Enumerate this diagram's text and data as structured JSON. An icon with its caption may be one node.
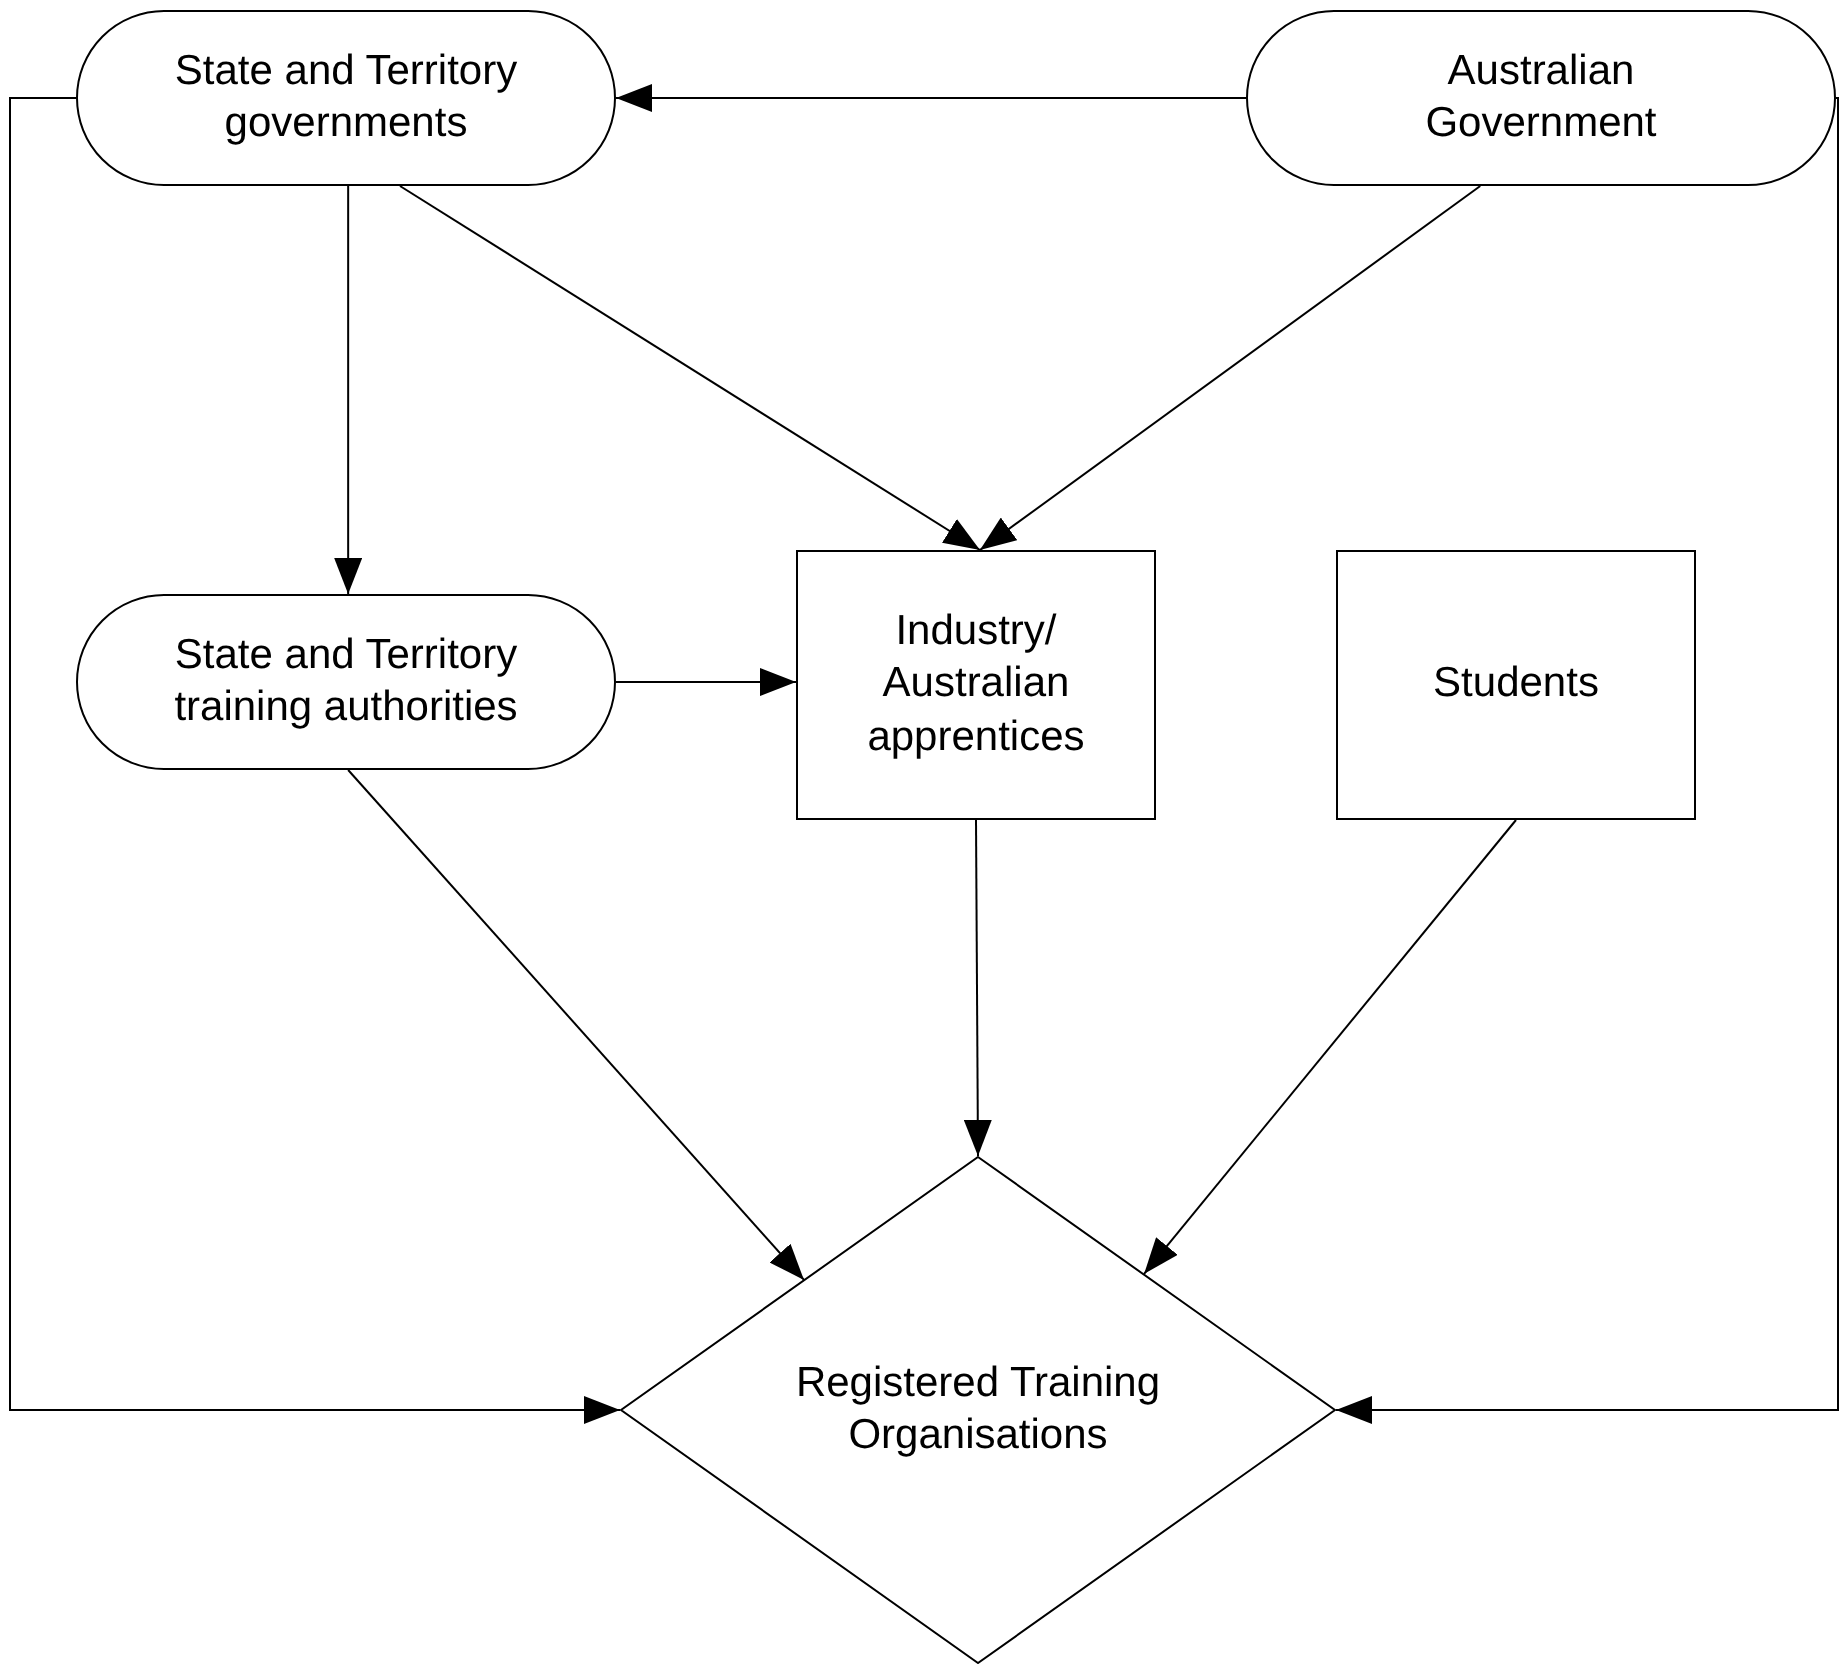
{
  "diagram": {
    "nodes": [
      {
        "text": [
          "State and Territory governments"
        ]
      },
      {
        "text": [
          "Australian Government"
        ]
      },
      {
        "text": [
          "State and Territory training authorities"
        ]
      },
      {
        "text": [
          "Industry/ Australian apprentices"
        ]
      },
      {
        "text": [
          "Students"
        ]
      },
      {
        "text": [
          "Registered Training Organisations"
        ]
      }
    ],
    "edges": [
      {
        "from": 1,
        "to": 0,
        "arrow": "to"
      },
      {
        "from": 0,
        "to": 3,
        "arrow": "to"
      },
      {
        "from": 1,
        "to": 3,
        "arrow": "to"
      },
      {
        "from": 0,
        "to": 2,
        "arrow": "to"
      },
      {
        "from": 2,
        "to": 3,
        "arrow": "to"
      },
      {
        "from": 2,
        "to": 5,
        "arrow": "to"
      },
      {
        "from": 3,
        "to": 5,
        "arrow": "to"
      },
      {
        "from": 4,
        "to": 5,
        "arrow": "to"
      },
      {
        "from": 0,
        "to": 5,
        "arrow": "to"
      },
      {
        "from": 1,
        "to": 5,
        "arrow": "to"
      }
    ]
  }
}
